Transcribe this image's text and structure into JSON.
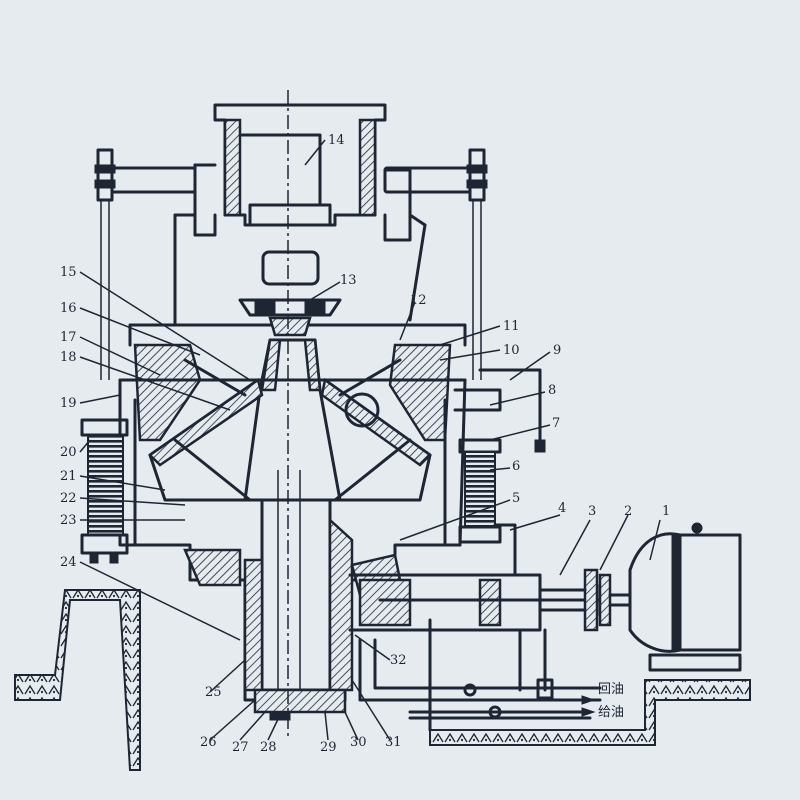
{
  "labels": [
    {
      "id": "1",
      "text": "1"
    },
    {
      "id": "2",
      "text": "2"
    },
    {
      "id": "3",
      "text": "3"
    },
    {
      "id": "4",
      "text": "4"
    },
    {
      "id": "5",
      "text": "5"
    },
    {
      "id": "6",
      "text": "6"
    },
    {
      "id": "7",
      "text": "7"
    },
    {
      "id": "8",
      "text": "8"
    },
    {
      "id": "9",
      "text": "9"
    },
    {
      "id": "10",
      "text": "10"
    },
    {
      "id": "11",
      "text": "11"
    },
    {
      "id": "12",
      "text": "12"
    },
    {
      "id": "13",
      "text": "13"
    },
    {
      "id": "14",
      "text": "14"
    },
    {
      "id": "15",
      "text": "15"
    },
    {
      "id": "16",
      "text": "16"
    },
    {
      "id": "17",
      "text": "17"
    },
    {
      "id": "18",
      "text": "18"
    },
    {
      "id": "19",
      "text": "19"
    },
    {
      "id": "20",
      "text": "20"
    },
    {
      "id": "21",
      "text": "21"
    },
    {
      "id": "22",
      "text": "22"
    },
    {
      "id": "23",
      "text": "23"
    },
    {
      "id": "24",
      "text": "24"
    },
    {
      "id": "25",
      "text": "25"
    },
    {
      "id": "26",
      "text": "26"
    },
    {
      "id": "27",
      "text": "27"
    },
    {
      "id": "28",
      "text": "28"
    },
    {
      "id": "29",
      "text": "29"
    },
    {
      "id": "30",
      "text": "30"
    },
    {
      "id": "31",
      "text": "31"
    },
    {
      "id": "32",
      "text": "32"
    }
  ],
  "oil": {
    "return_label": "回油",
    "supply_label": "给油"
  },
  "colors": {
    "ink": "#1e2633",
    "paper": "#e6ebf0"
  }
}
